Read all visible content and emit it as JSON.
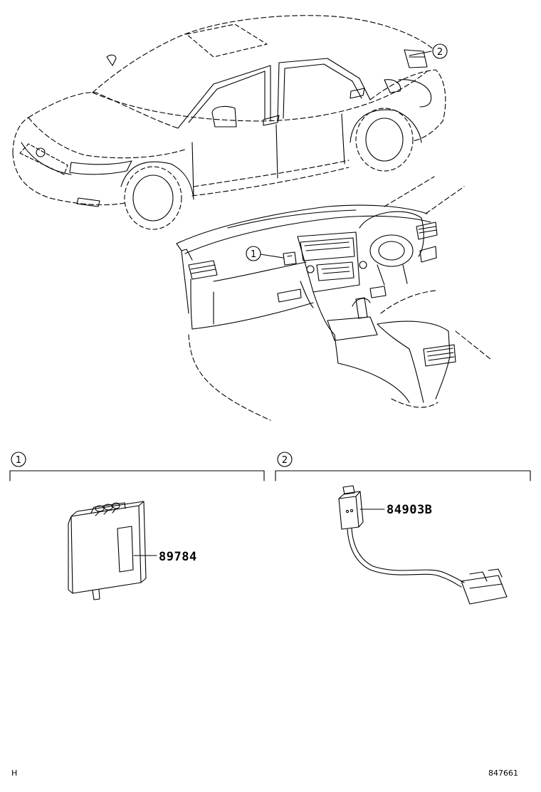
{
  "callouts": [
    {
      "number": "1"
    },
    {
      "number": "2"
    }
  ],
  "sections": [
    {
      "number": "1",
      "parts": [
        {
          "part_number": "89784"
        }
      ]
    },
    {
      "number": "2",
      "parts": [
        {
          "part_number": "84903B"
        }
      ]
    }
  ],
  "footer": {
    "left_code": "H",
    "figure_id": "847661"
  }
}
